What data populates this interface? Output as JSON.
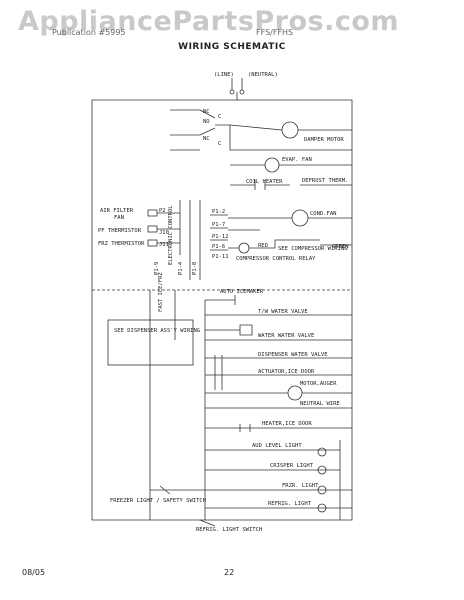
{
  "watermark": "AppliancePartsPros.com",
  "header": {
    "left": "Publication #5995",
    "right": "FFS/FFHS",
    "title": "WIRING SCHEMATIC"
  },
  "power": {
    "line": "(LINE)",
    "neutral": "(NEUTRAL)"
  },
  "labels": {
    "nc_top": "NC",
    "no": "NO",
    "nc_bottom": "NC",
    "c1": "C",
    "c2": "C",
    "damper": "DAMPER MOTOR",
    "evap_fan": "EVAP. FAN",
    "coil_heater": "COIL HEATER",
    "defrost_therm": "DEFROST THERM.",
    "cond_fan": "COND.FAN",
    "air_filter": "AIR FILTER",
    "air_filter_fan": "FAN",
    "pf_therm": "PF THERMISTOR",
    "frz_therm": "FRZ THERMISTOR",
    "p2": "P2",
    "j10": "J10",
    "j11": "J11",
    "electronic_control": "ELECTRONIC CONTROL",
    "p1_2": "P1-2",
    "p1_7": "P1-7",
    "p1_12": "P1-12",
    "p1_6": "P1-6",
    "p1_11": "P1-11",
    "relay": "COMPRESSOR CONTROL RELAY",
    "red": "RED",
    "see_compressor": "SEE COMPRESSOR WIRING",
    "green": "GREEN",
    "p1_9": "P1-9",
    "p1_4": "P1-4",
    "p1_8": "P1-8",
    "fast_ice": "FAST ICE/FRZ",
    "auto_icemaker": "AUTO ICEMAKER",
    "t_w_valve": "T/W WATER VALVE",
    "water_valve": "WATER WATER VALVE",
    "see_dispenser": "SEE DISPENSER ASS'Y WIRING",
    "dispenser_valve": "DISPENSER WATER VALVE",
    "actuator": "ACTUATOR,ICE DOOR",
    "motor_auger": "MOTOR,AUGER",
    "neutral_wire": "NEUTRAL WIRE",
    "heater_ice_door": "HEATER,ICE DOOR",
    "aud_level_light": "AUD LEVEL LIGHT",
    "crisper_light": "CRISPER LIGHT",
    "frzr_light": "FRZR. LIGHT",
    "freezer_light_switch": "FREEZER LIGHT / SAFETY SWITCH",
    "refrig_light": "REFRIG. LIGHT",
    "refrig_light_switch": "REFRIG. LIGHT SWITCH"
  },
  "footer": {
    "date": "08/05",
    "page": "22"
  }
}
